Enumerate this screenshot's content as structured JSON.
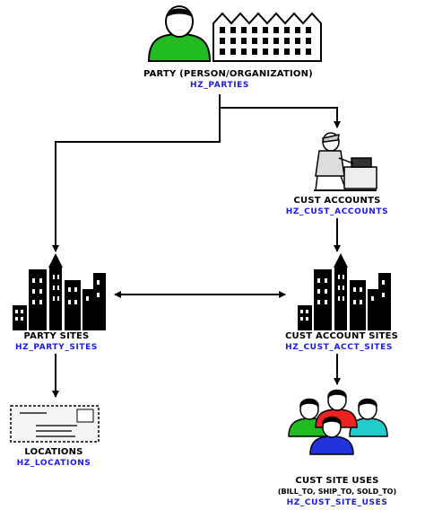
{
  "nodes": {
    "party": {
      "label": "PARTY (PERSON/ORGANIZATION)",
      "table": "HZ_PARTIES",
      "icons": [
        "person-icon",
        "building-icon"
      ]
    },
    "cust_accounts": {
      "label": "CUST ACCOUNTS",
      "table": "HZ_CUST_ACCOUNTS",
      "icons": [
        "clerk-at-desk-icon"
      ]
    },
    "party_sites": {
      "label": "PARTY SITES",
      "table": "HZ_PARTY_SITES",
      "icons": [
        "city-skyline-icon"
      ]
    },
    "cust_account_sites": {
      "label": "CUST ACCOUNT SITES",
      "table": "HZ_CUST_ACCT_SITES",
      "icons": [
        "city-skyline-icon"
      ]
    },
    "locations": {
      "label": "LOCATIONS",
      "table": "HZ_LOCATIONS",
      "icons": [
        "envelope-icon"
      ]
    },
    "cust_site_uses": {
      "label": "CUST SITE USES",
      "sub": "(BILL_TO, SHIP_TO, SOLD_TO)",
      "table": "HZ_CUST_SITE_USES",
      "icons": [
        "people-group-icon"
      ]
    }
  },
  "colors": {
    "table_text": "#1a1ae6",
    "person_shirt": "#22bb22",
    "group_shirts": [
      "#22bb22",
      "#ee2222",
      "#22cccc",
      "#2233dd"
    ]
  }
}
